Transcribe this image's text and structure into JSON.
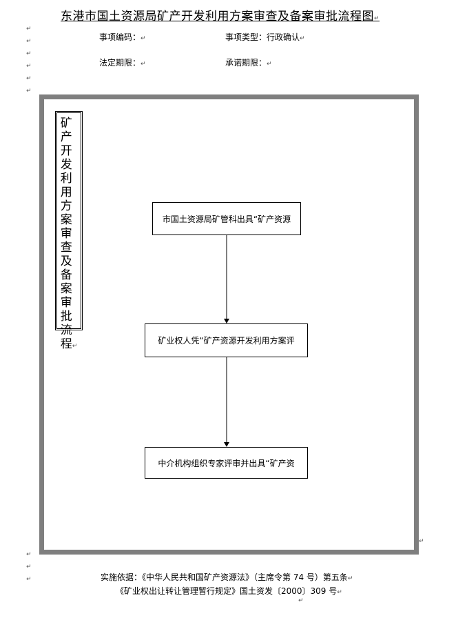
{
  "document": {
    "title": "东港市国土资源局矿产开发利用方案审查及备案审批流程图",
    "fields": {
      "code_label": "事项编码：",
      "type_label": "事项类型：行政确认",
      "legal_deadline_label": "法定期限：",
      "promise_deadline_label": "承诺期限："
    },
    "vertical_title": "矿产开发利用方案审查及备案审批流程",
    "paragraph_mark": "↵",
    "flow": {
      "step1": "市国土资源局矿管科出具“矿产资源",
      "step2": "矿业权人凭“矿产资源开发利用方案评",
      "step3": "中介机构组织专家评审并出具“矿产资"
    },
    "footer": {
      "line1": "实施依据：《中华人民共和国矿产资源法》（主席令第 74 号）第五条",
      "line2": "《矿业权出让转让管理暂行规定》国土资发〔2000〕309 号"
    }
  }
}
